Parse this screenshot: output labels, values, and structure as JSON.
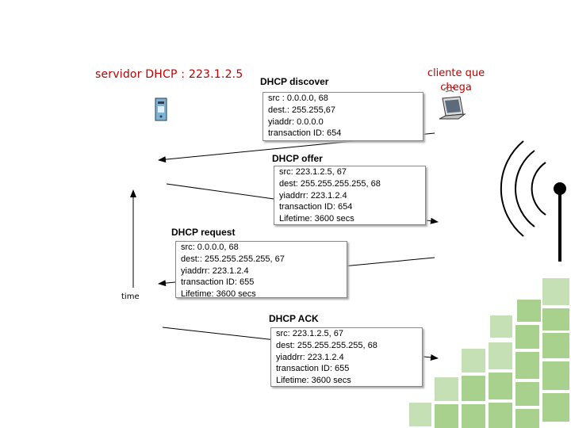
{
  "server_label": "servidor DHCP : 223.1.2.5",
  "client_label": "cliente que chega",
  "time_label": "time",
  "messages": {
    "discover": {
      "title": "DHCP discover",
      "lines": [
        "src : 0.0.0.0, 68",
        "dest.: 255.255,67",
        "yiaddr:   0.0.0.0",
        "transaction ID: 654"
      ]
    },
    "offer": {
      "title": "DHCP offer",
      "lines": [
        "src: 223.1.2.5, 67",
        "dest:  255.255.255.255, 68",
        "yiaddrr: 223.1.2.4",
        "transaction ID: 654",
        "Lifetime: 3600 secs"
      ]
    },
    "request": {
      "title": "DHCP request",
      "lines": [
        "src:  0.0.0.0, 68",
        "dest::  255.255.255.255, 67",
        "yiaddrr: 223.1.2.4",
        "transaction ID: 655",
        "Lifetime: 3600 secs"
      ]
    },
    "ack": {
      "title": "DHCP ACK",
      "lines": [
        "src: 223.1.2.5, 67",
        "dest:  255.255.255.255, 68",
        "yiaddrr: 223.1.2.4",
        "transaction ID: 655",
        "Lifetime: 3600 secs"
      ]
    }
  },
  "icons": {
    "server": "server-icon",
    "client": "laptop-icon",
    "wireless": "wireless-signal-icon"
  },
  "colors": {
    "label_red": "#c00000",
    "decor_green": "#a9d18e"
  }
}
